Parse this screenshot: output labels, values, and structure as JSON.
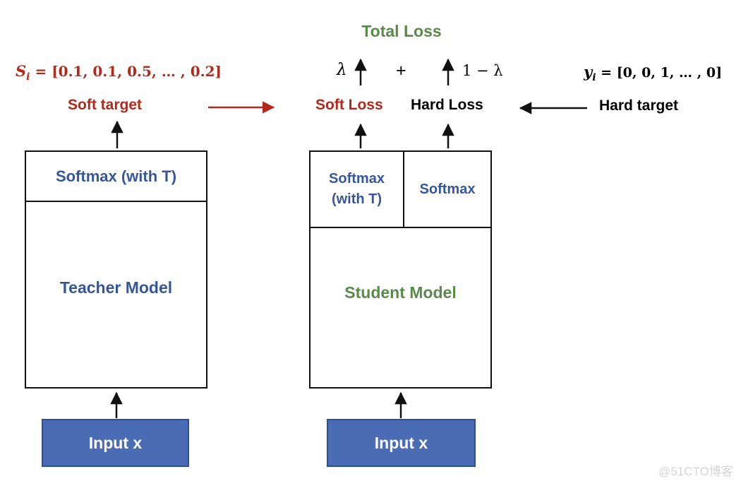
{
  "colors": {
    "red": "#b2291c",
    "green": "#5a8a4a",
    "blue": "#35569b",
    "input_fill": "#4a6cb4",
    "input_border": "#2e4d99",
    "line": "#111111",
    "watermark": "#d5d5d5"
  },
  "top": {
    "total_loss": "Total Loss",
    "lambda": "λ",
    "plus": "+",
    "one_minus_lambda": "1 − λ",
    "soft_loss": "Soft Loss",
    "hard_loss": "Hard Loss"
  },
  "soft_side": {
    "formula": {
      "var": "S",
      "sub": "i",
      "rhs": "= [0.1, 0.1, 0.5, … , 0.2]"
    },
    "target_label": "Soft target"
  },
  "hard_side": {
    "formula": {
      "var": "y",
      "sub": "i",
      "rhs": "= [0, 0, 1, … , 0]"
    },
    "target_label": "Hard target"
  },
  "teacher": {
    "softmax_label": "Softmax (with T)",
    "model_label": "Teacher Model",
    "input_label": "Input x"
  },
  "student": {
    "softmax_t_line1": "Softmax",
    "softmax_t_line2": "(with T)",
    "softmax_label": "Softmax",
    "model_label": "Student Model",
    "input_label": "Input x"
  },
  "watermark": "@51CTO博客"
}
